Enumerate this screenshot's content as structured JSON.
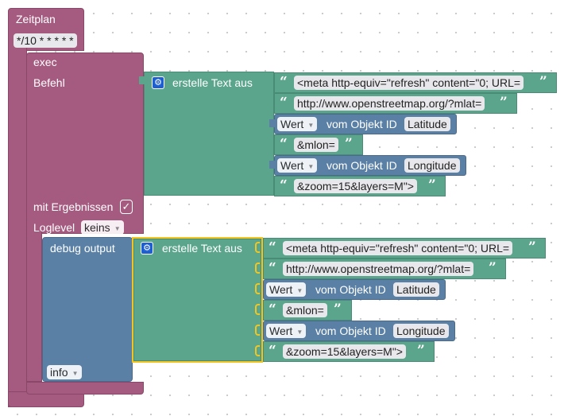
{
  "schedule": {
    "title": "Zeitplan",
    "cron": "*/10 * * * * *"
  },
  "exec": {
    "title": "exec",
    "befehl": "Befehl",
    "mit_ergebnissen": "mit Ergebnissen",
    "loglevel": "Loglevel",
    "loglevel_value": "keins",
    "check": "✓"
  },
  "debug": {
    "title": "debug output",
    "level": "info"
  },
  "text_join": {
    "title": "erstelle Text aus",
    "quote_open": "“",
    "quote_close": "”",
    "items": {
      "meta": "<meta http-equiv=\"refresh\" content=\"0; URL=",
      "url": "http://www.openstreetmap.org/?mlat=",
      "mlon": "&mlon=",
      "zoom": "&zoom=15&layers=M\">"
    },
    "wert": "Wert",
    "vom_objekt": "vom Objekt ID",
    "latitude": "Latitude",
    "longitude": "Longitude"
  },
  "colors": {
    "schedule": "#a55b80",
    "value_block": "#5b80a5",
    "text_block": "#5ba58c",
    "selected": "#f2c521"
  }
}
